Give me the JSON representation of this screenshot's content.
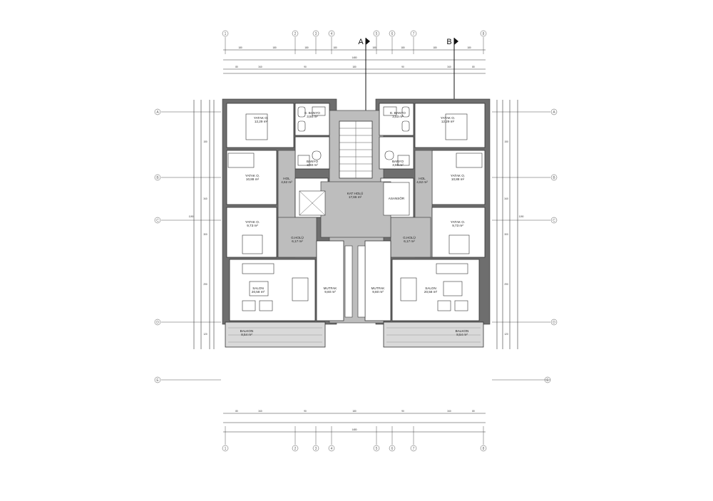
{
  "sections": {
    "a": "A",
    "b": "B"
  },
  "rooms": {
    "yatak1_l": {
      "name": "YATAK O.",
      "area": "12,29 m²"
    },
    "ebanyo_l": {
      "name": "E. BANYO",
      "area": "3,50 m²"
    },
    "banyo_l": {
      "name": "BANYO",
      "area": "3,60 m²"
    },
    "yatak2_l": {
      "name": "YATAK O.",
      "area": "10,88 m²"
    },
    "hol_l": {
      "name": "HOL",
      "area": "4,62 m²"
    },
    "yatak3_l": {
      "name": "YATAK O.",
      "area": "9,73 m²"
    },
    "ghol_l": {
      "name": "G.HOLÜ",
      "area": "6,17 m²"
    },
    "salon_l": {
      "name": "SALON",
      "area": "20,58 m²"
    },
    "mutfak_l": {
      "name": "MUTFAK",
      "area": "9,60 m²"
    },
    "balkon_l": {
      "name": "BALKON",
      "area": "8,54 m²"
    },
    "kathol": {
      "name": "KAT HOLÜ",
      "area": "17,66 m²"
    },
    "asansor": {
      "name": "ASANSÖR"
    },
    "yatak1_r": {
      "name": "YATAK O.",
      "area": "12,29 m²"
    },
    "ebanyo_r": {
      "name": "E. BANYO",
      "area": "3,53 m²"
    },
    "banyo_r": {
      "name": "BANYO",
      "area": "3,60 m²"
    },
    "yatak2_r": {
      "name": "YATAK O.",
      "area": "10,88 m²"
    },
    "hol_r": {
      "name": "HOL",
      "area": "4,62 m²"
    },
    "yatak3_r": {
      "name": "YATAK O.",
      "area": "9,73 m²"
    },
    "ghol_r": {
      "name": "G.HOLÜ",
      "area": "6,17 m²"
    },
    "salon_r": {
      "name": "SALON",
      "area": "20,58 m²"
    },
    "mutfak_r": {
      "name": "MUTFAK",
      "area": "9,60 m²"
    },
    "balkon_r": {
      "name": "BALKON",
      "area": "8,54 m²"
    }
  },
  "axes": {
    "vertical": [
      "1",
      "2",
      "3",
      "4",
      "5",
      "6",
      "7",
      "8"
    ],
    "horizontal": [
      "A",
      "B",
      "C",
      "D",
      "E"
    ]
  },
  "dims": {
    "top_row1": [
      "180",
      "180",
      "180",
      "180",
      "180",
      "180",
      "180",
      "180"
    ],
    "top_row2": [
      "1480"
    ],
    "top_row3": [
      "80",
      "340",
      "90",
      "180",
      "90",
      "340",
      "80"
    ],
    "bottom_row1": [
      "80",
      "340",
      "90",
      "180",
      "90",
      "340",
      "80"
    ],
    "bottom_row2": [
      "1480"
    ],
    "left_row": [
      "150",
      "340",
      "300",
      "290",
      "120"
    ],
    "left_total": [
      "1190"
    ],
    "right_row": [
      "150",
      "340",
      "300",
      "290",
      "120"
    ],
    "right_total": [
      "1190"
    ]
  }
}
